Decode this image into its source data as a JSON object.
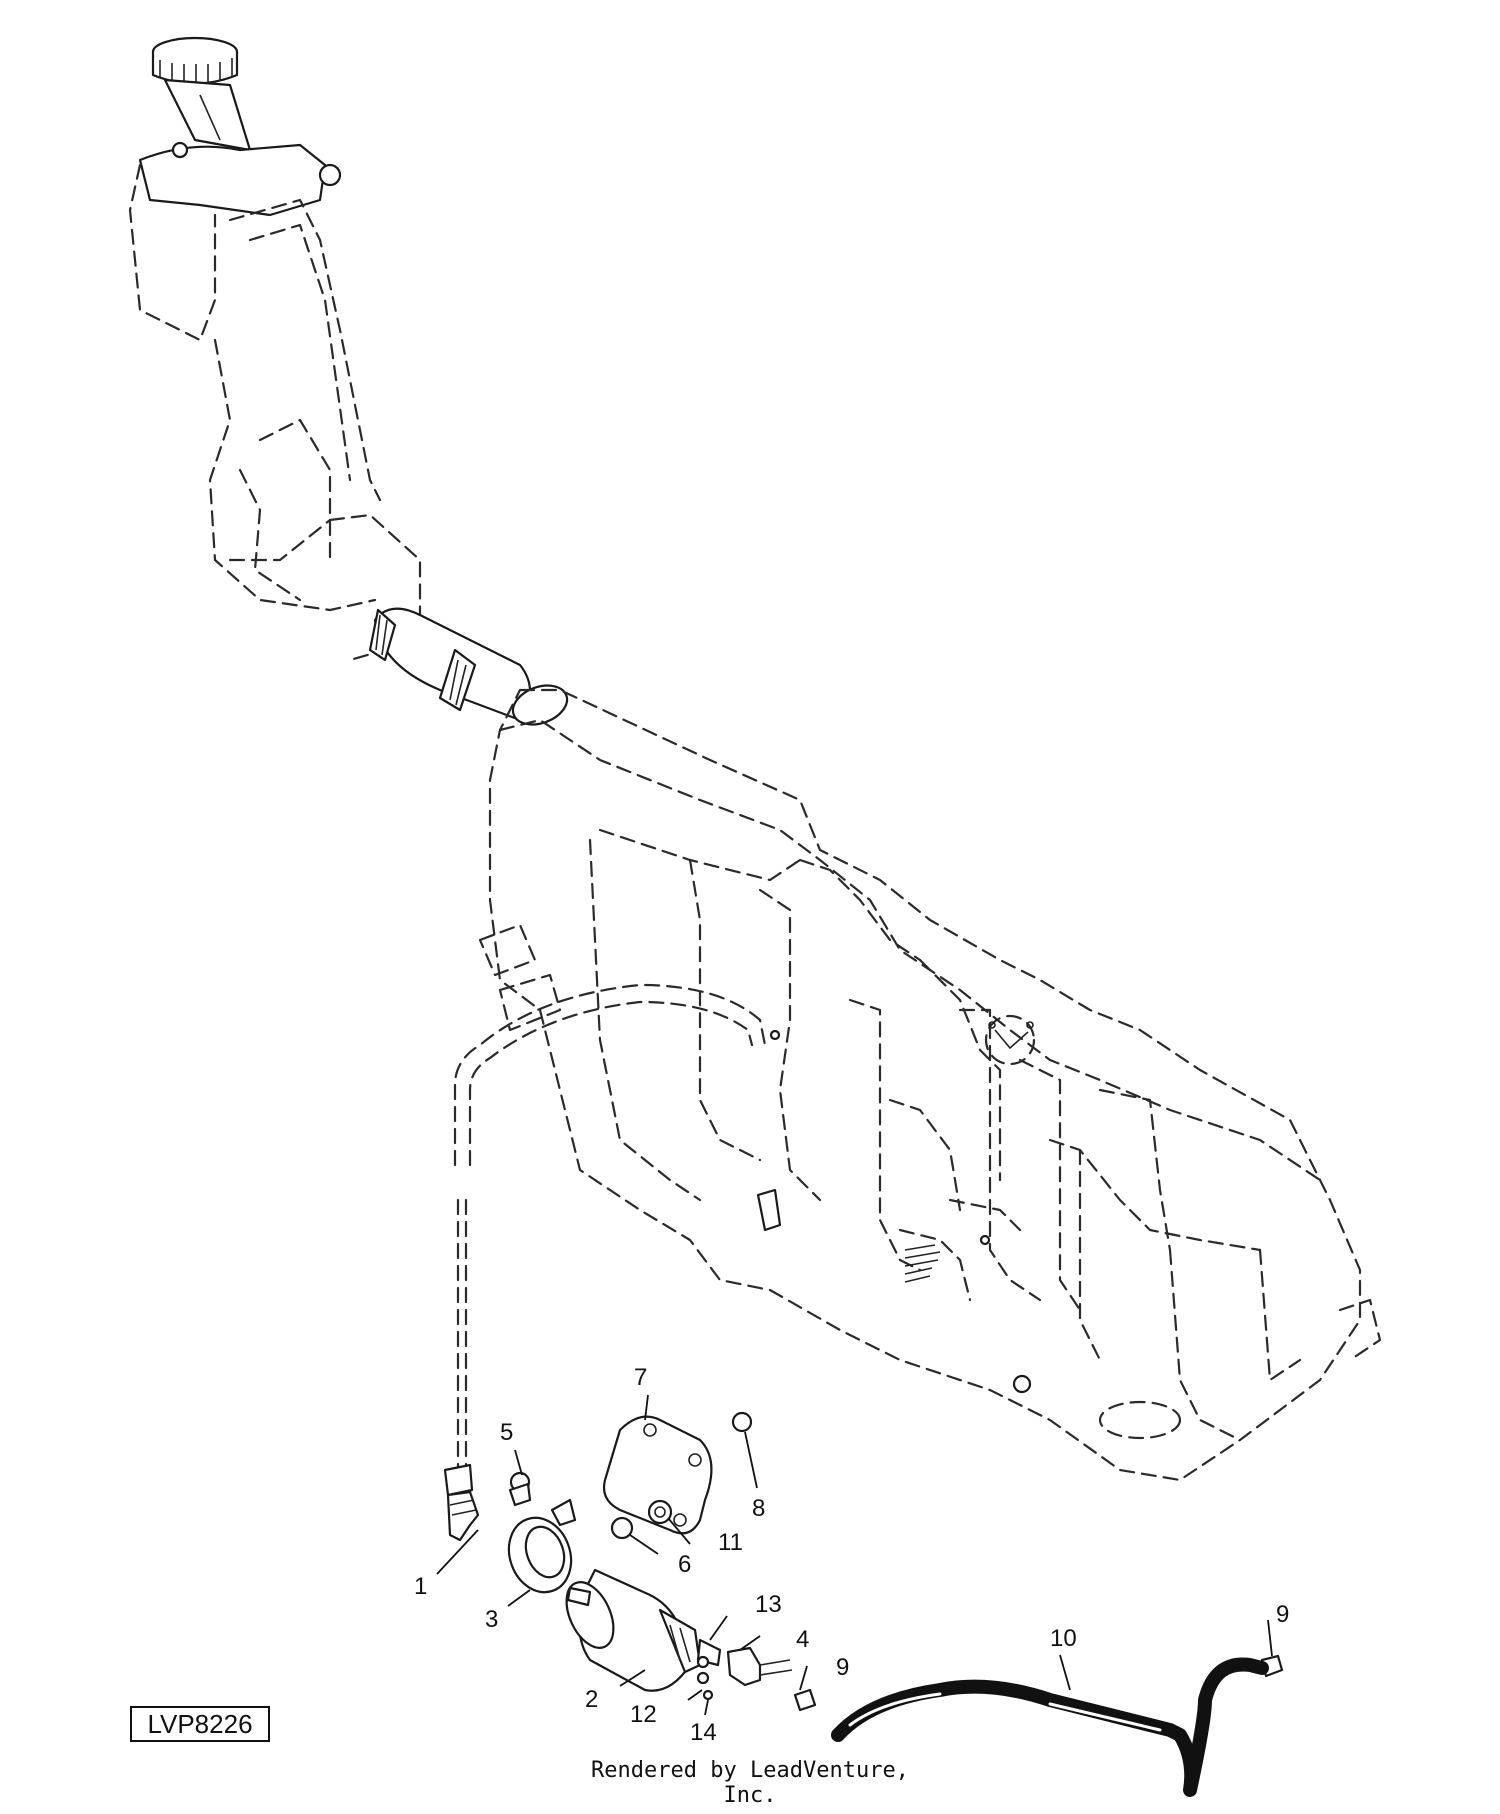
{
  "figure_code": "LVP8226",
  "credit": "Rendered by LeadVenture, Inc.",
  "callouts": [
    {
      "id": "1",
      "label": "1"
    },
    {
      "id": "2",
      "label": "2"
    },
    {
      "id": "3",
      "label": "3"
    },
    {
      "id": "4",
      "label": "4"
    },
    {
      "id": "5",
      "label": "5"
    },
    {
      "id": "6",
      "label": "6"
    },
    {
      "id": "7",
      "label": "7"
    },
    {
      "id": "8",
      "label": "8"
    },
    {
      "id": "9a",
      "label": "9"
    },
    {
      "id": "9b",
      "label": "9"
    },
    {
      "id": "10",
      "label": "10"
    },
    {
      "id": "11",
      "label": "11"
    },
    {
      "id": "12",
      "label": "12"
    },
    {
      "id": "13",
      "label": "13"
    },
    {
      "id": "14",
      "label": "14"
    }
  ],
  "colors": {
    "line": "#1a1a1a",
    "background": "#ffffff"
  }
}
